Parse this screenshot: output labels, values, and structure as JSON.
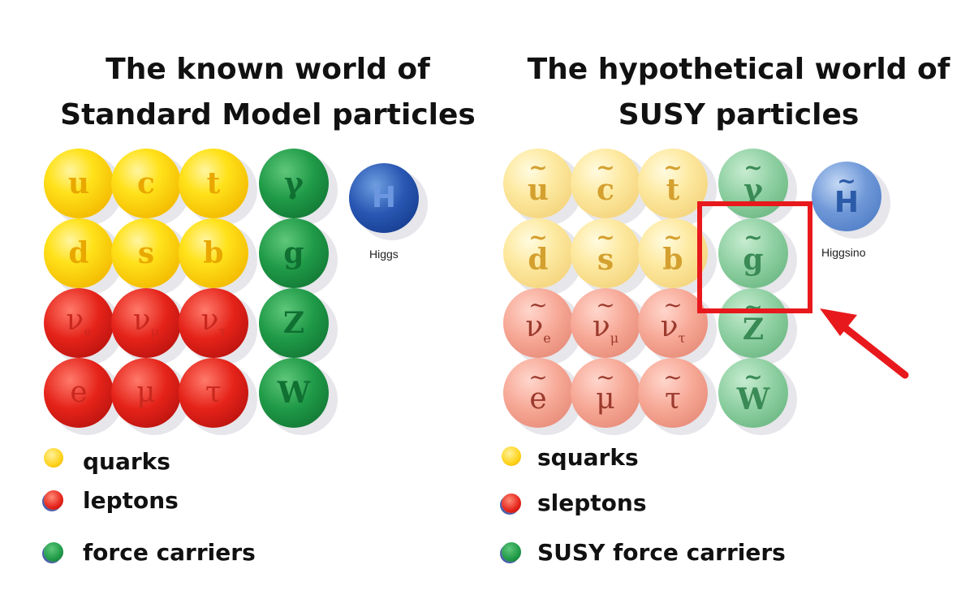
{
  "left": {
    "title_line1": "The known world of",
    "title_line2": "Standard Model particles",
    "particles": [
      {
        "sym": "u"
      },
      {
        "sym": "c"
      },
      {
        "sym": "t"
      },
      {
        "sym": "γ"
      },
      {
        "sym": "d"
      },
      {
        "sym": "s"
      },
      {
        "sym": "b"
      },
      {
        "sym": "g"
      },
      {
        "sym": "ν",
        "sub": "e"
      },
      {
        "sym": "ν",
        "sub": "μ"
      },
      {
        "sym": "ν",
        "sub": "τ"
      },
      {
        "sym": "Z"
      },
      {
        "sym": "e"
      },
      {
        "sym": "μ"
      },
      {
        "sym": "τ"
      },
      {
        "sym": "W"
      }
    ],
    "higgs": {
      "sym": "H",
      "label": "Higgs"
    },
    "legend": [
      "quarks",
      "leptons",
      "force carriers"
    ]
  },
  "right": {
    "title_line1": "The hypothetical world of",
    "title_line2": "SUSY particles",
    "tilde": "~",
    "particles": [
      {
        "sym": "u"
      },
      {
        "sym": "c"
      },
      {
        "sym": "t"
      },
      {
        "sym": "γ"
      },
      {
        "sym": "d"
      },
      {
        "sym": "s"
      },
      {
        "sym": "b"
      },
      {
        "sym": "g"
      },
      {
        "sym": "ν",
        "sub": "e"
      },
      {
        "sym": "ν",
        "sub": "μ"
      },
      {
        "sym": "ν",
        "sub": "τ"
      },
      {
        "sym": "Z"
      },
      {
        "sym": "e"
      },
      {
        "sym": "μ"
      },
      {
        "sym": "τ"
      },
      {
        "sym": "W"
      }
    ],
    "higgs": {
      "sym": "H",
      "label": "Higgsino"
    },
    "legend": [
      "squarks",
      "sleptons",
      "SUSY force carriers"
    ]
  },
  "colors": {
    "quark": "#ffd21a",
    "lepton": "#e5231a",
    "force": "#1f9a47",
    "higgs": "#2957b3",
    "highlight": "#e8191c"
  },
  "icons": {
    "arrow": "arrow-icon"
  }
}
